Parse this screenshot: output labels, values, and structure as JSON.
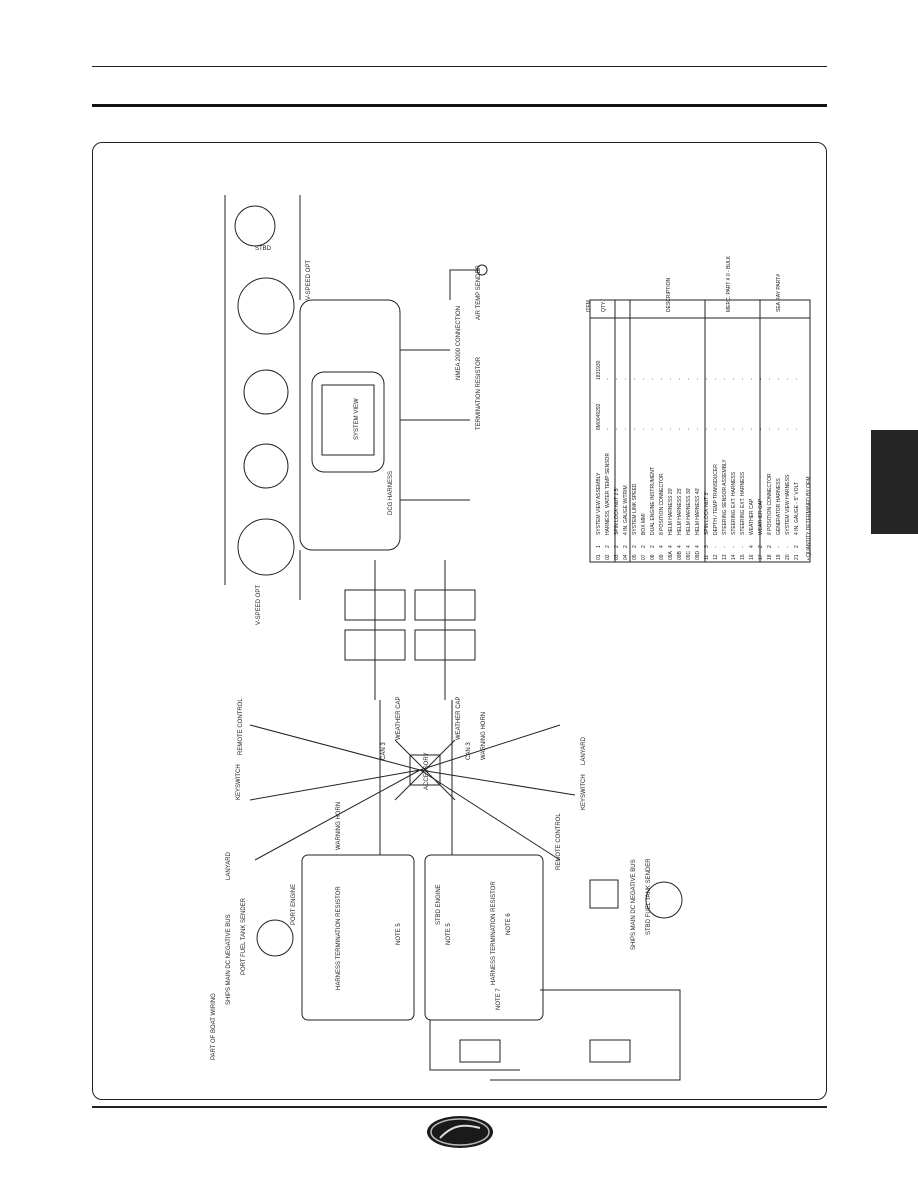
{
  "colors": {
    "ink": "#222222",
    "tab": "#262626"
  },
  "labels": {
    "system_view": "SYSTEM VIEW",
    "port_engine": "PORT ENGINE",
    "stbd_engine": "STBD ENGINE",
    "stbd": "STBD",
    "port_fuel": "PORT FUEL TANK SENDER",
    "stbd_fuel": "STBD FUEL TANK SENDER",
    "ships_main_port": "SHIPS MAIN DC NEGATIVE BUS",
    "ships_main_stbd": "SHIPS MAIN DC NEGATIVE BUS",
    "part_of_boat": "PART OF BOAT WIRING",
    "harness_term": "HARNESS TERMINATION RESISTOR",
    "harness_term2": "HARNESS TERMINATION RESISTOR",
    "air_temp": "AIR TEMP SENDER",
    "nmea": "NMEA 2000 CONNECTION",
    "term_resistor": "TERMINATION RESISTOR",
    "dcg": "DCG HARNESS",
    "can3a": "CAN 3",
    "can3b": "CAN 3",
    "weather_cap": "WEATHER CAP",
    "weather_cap2": "WEATHER CAP",
    "accessory": "ACCESSORY",
    "warning_horn": "WARNING HORN",
    "warning_horn2": "WARNING HORN",
    "keyswitch": "KEYSWITCH",
    "keyswitch2": "KEYSWITCH",
    "remote_control": "REMOTE CONTROL",
    "remote_control2": "REMOTE CONTROL",
    "lanyard": "LANYARD",
    "lanyard2": "LANYARD",
    "note5a": "NOTE 5",
    "note5b": "NOTE 5",
    "note6": "NOTE 6",
    "note7": "NOTE 7",
    "vspeed_a": "V-SPEED OPT",
    "vspeed_b": "V-SPEED OPT"
  },
  "table": {
    "headers": [
      "ITEM",
      "QTY.",
      "DESCRIPTION",
      "MERC. PART # 0 - BULK",
      "SEA RAY PART#"
    ],
    "rows": [
      [
        "01",
        "1",
        "SYSTEM VIEW ASSEMBLY",
        "8M0049292",
        "1831930"
      ],
      [
        "02",
        "2",
        "HARNESS, WATER TEMP SENSOR",
        "-",
        "-"
      ],
      [
        "03",
        "2",
        "SPIN LOCK NUT 2.5\"",
        "-",
        "-"
      ],
      [
        "04",
        "2",
        "4 IN. GAUGE W/TRIM",
        "-",
        "-"
      ],
      [
        "05",
        "2",
        "SYSTEM LINK SPEED",
        "-",
        "-"
      ],
      [
        "07",
        "2",
        "BOX MMI",
        "-",
        "-"
      ],
      [
        "08",
        "2",
        "DUAL ENGINE INSTRUMENT",
        "-",
        "-"
      ],
      [
        "09",
        "4",
        "8 POSITION CONNECTOR",
        "-",
        "-"
      ],
      [
        "09A",
        "4",
        "HELM HARNESS 20'",
        "-",
        "-"
      ],
      [
        "09B",
        "4",
        "HELM HARNESS 25'",
        "-",
        "-"
      ],
      [
        "09C",
        "4",
        "HELM HARNESS 30'",
        "-",
        "-"
      ],
      [
        "09D",
        "4",
        "HELM HARNESS 40'",
        "-",
        "-"
      ],
      [
        "11",
        "3",
        "SPIN LOCK NUT 3\"",
        "-",
        "-"
      ],
      [
        "12",
        "-",
        "DEPTH / TEMP TRANSDUCER",
        "-",
        "-"
      ],
      [
        "13",
        "-",
        "STEERING SENSOR ASSEMBLY",
        "-",
        "-"
      ],
      [
        "14",
        "-",
        "STEERING EXT. HARNESS",
        "-",
        "-"
      ],
      [
        "15",
        "-",
        "STEERING EXT. HARNESS",
        "-",
        "-"
      ],
      [
        "16",
        "4",
        "WEATHER CAP",
        "-",
        "-"
      ],
      [
        "17",
        "2",
        "WEATHER CAP",
        "-",
        "-"
      ],
      [
        "18",
        "2",
        "8 POSITION CONNECTOR",
        "-",
        "-"
      ],
      [
        "19",
        "-",
        "GENERATOR HARNESS",
        "-",
        "-"
      ],
      [
        "20",
        "-",
        "SYSTEM VIEW HARNESS",
        "-",
        "-"
      ],
      [
        "21",
        "2",
        "4 IN. GAUGE - 5\" VOLT",
        "-",
        "-"
      ]
    ],
    "footnote": "• QUANTITY DETERMINED BY OEM"
  }
}
